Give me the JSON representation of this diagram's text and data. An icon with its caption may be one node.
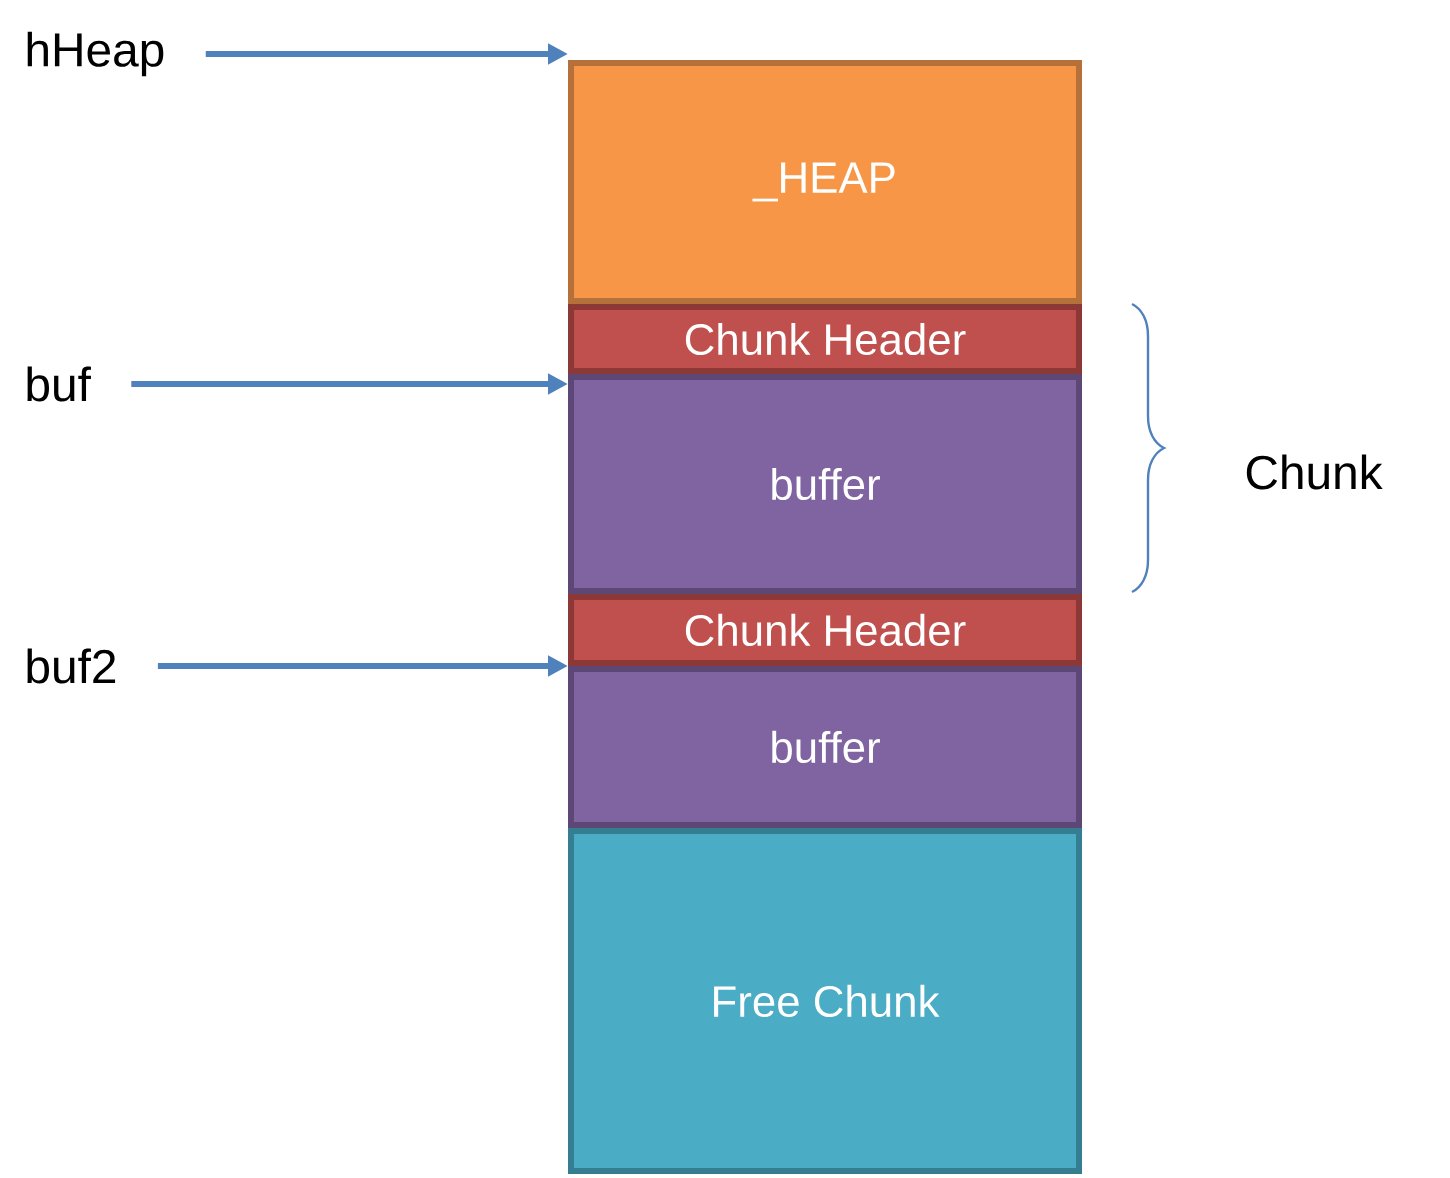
{
  "diagram": {
    "nodes": [
      {
        "text": [
          "hHeap"
        ]
      },
      {
        "text": [
          "buf"
        ]
      },
      {
        "text": [
          "buf2"
        ]
      },
      {
        "text": [
          "_HEAP"
        ]
      },
      {
        "text": [
          "Chunk Header"
        ]
      },
      {
        "text": [
          "buffer"
        ]
      },
      {
        "text": [
          "Chunk Header"
        ]
      },
      {
        "text": [
          "buffer"
        ]
      },
      {
        "text": [
          "Free Chunk"
        ]
      }
    ],
    "edges": [
      {
        "from": 0,
        "to": 3,
        "arrow": "to"
      },
      {
        "from": 1,
        "to": 5,
        "arrow": "to"
      },
      {
        "from": 2,
        "to": 7,
        "arrow": "to"
      }
    ],
    "labels": [
      "Chunk"
    ]
  }
}
